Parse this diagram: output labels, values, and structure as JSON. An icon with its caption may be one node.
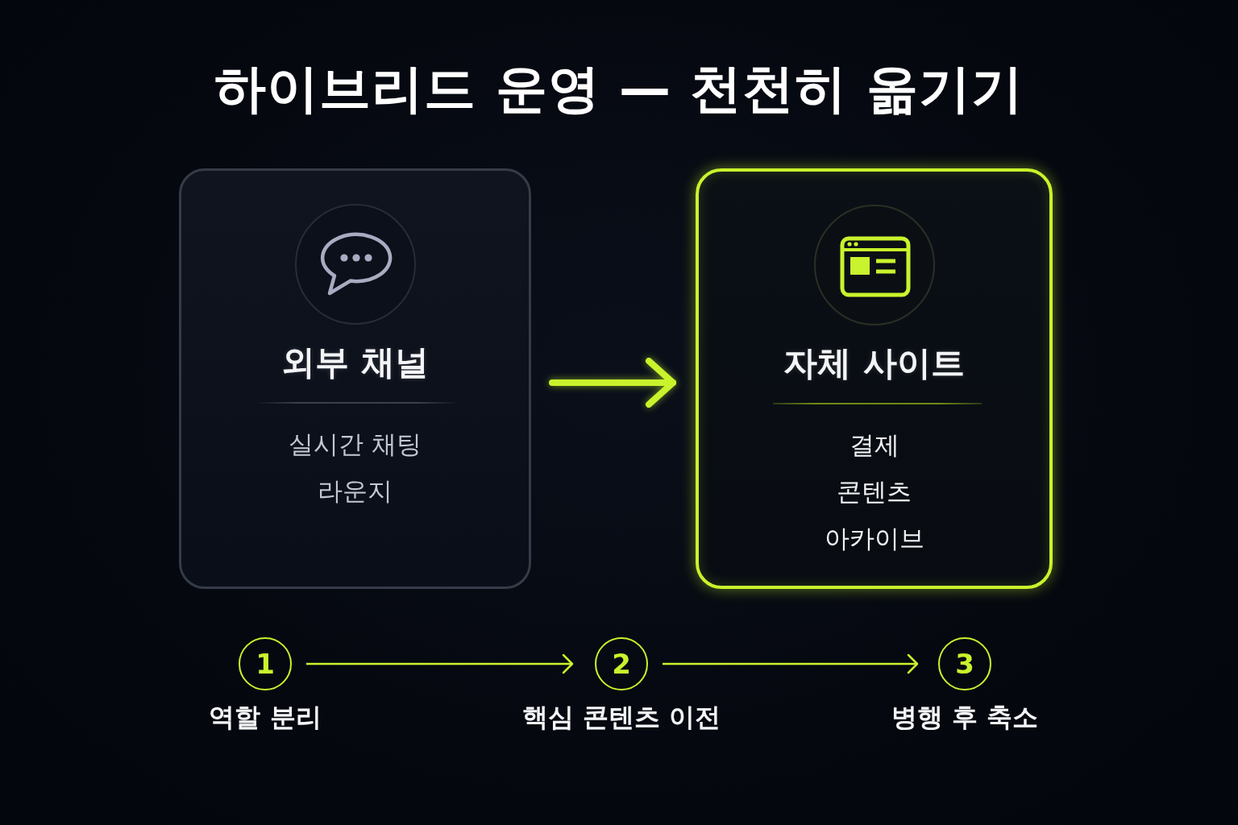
{
  "diagram": {
    "title": "하이브리드 운영 — 천천히 옮기기",
    "nodes": [
      {
        "text": [
          "외부 채널",
          "실시간 채팅",
          "라운지"
        ]
      },
      {
        "text": [
          "자체 사이트",
          "결제",
          "콘텐츠",
          "아카이브"
        ]
      },
      {
        "text": [
          "1"
        ],
        "beside": [
          "역할 분리"
        ]
      },
      {
        "text": [
          "2"
        ],
        "beside": [
          "핵심 콘텐츠 이전"
        ]
      },
      {
        "text": [
          "3"
        ],
        "beside": [
          "병행 후 축소"
        ]
      }
    ],
    "edges": [
      {
        "from": 0,
        "to": 1,
        "arrow": "to",
        "style": "thick"
      },
      {
        "from": 2,
        "to": 3,
        "arrow": "to"
      },
      {
        "from": 3,
        "to": 4,
        "arrow": "to"
      }
    ]
  }
}
